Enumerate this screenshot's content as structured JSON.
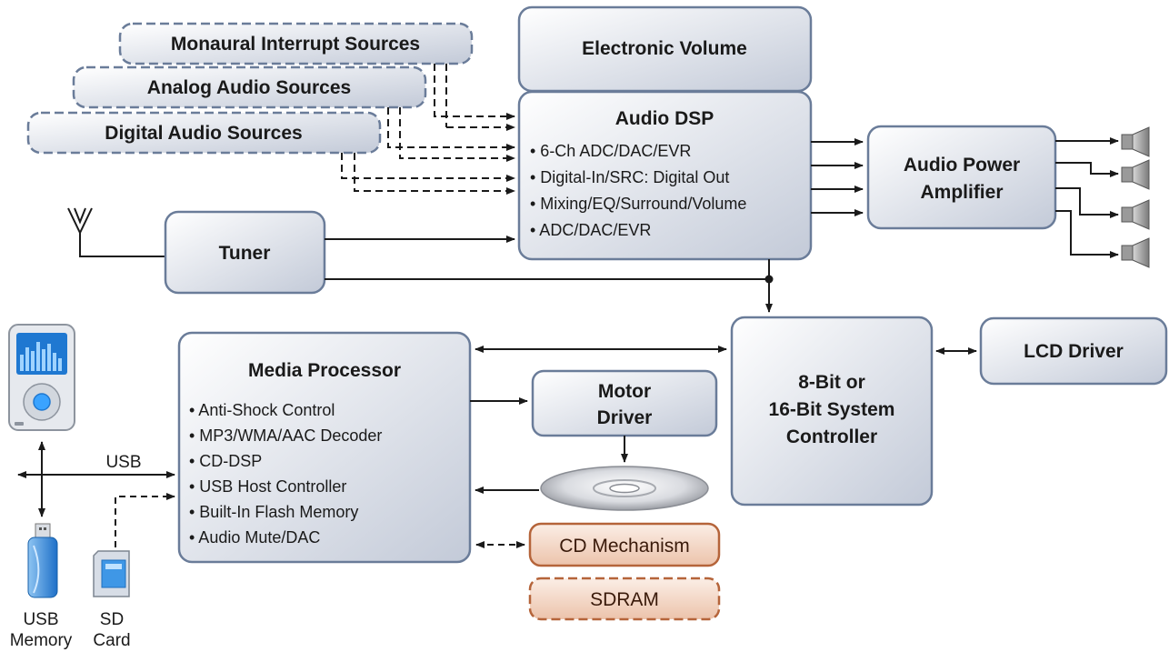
{
  "blocks": {
    "monaural": "Monaural Interrupt Sources",
    "analog": "Analog Audio Sources",
    "digital": "Digital Audio Sources",
    "volume": "Electronic Volume",
    "dsp": {
      "title": "Audio DSP",
      "items": [
        "• 6-Ch ADC/DAC/EVR",
        "• Digital-In/SRC: Digital Out",
        "• Mixing/EQ/Surround/Volume",
        "• ADC/DAC/EVR"
      ]
    },
    "amp": [
      "Audio Power",
      "Amplifier"
    ],
    "tuner": "Tuner",
    "media": {
      "title": "Media Processor",
      "items": [
        "• Anti-Shock Control",
        "• MP3/WMA/AAC Decoder",
        "• CD-DSP",
        "• USB Host Controller",
        "• Built-In Flash Memory",
        "• Audio Mute/DAC"
      ]
    },
    "motor": [
      "Motor",
      "Driver"
    ],
    "controller": [
      "8-Bit or",
      "16-Bit System",
      "Controller"
    ],
    "lcd": "LCD Driver",
    "cdmech": "CD Mechanism",
    "sdram": "SDRAM"
  },
  "labels": {
    "usb": "USB",
    "usb_memory": [
      "USB",
      "Memory"
    ],
    "sd_card": [
      "SD",
      "Card"
    ]
  },
  "icons": [
    "antenna-icon",
    "speaker-icon",
    "media-player-icon",
    "usb-stick-icon",
    "sd-card-icon",
    "cd-disc-icon"
  ],
  "colors": {
    "block_fill_top": "#ffffff",
    "block_fill_bottom": "#c3cad8",
    "block_border": "#6a7c99",
    "orange_fill": "#f1d4c3",
    "orange_border": "#b5643a"
  }
}
